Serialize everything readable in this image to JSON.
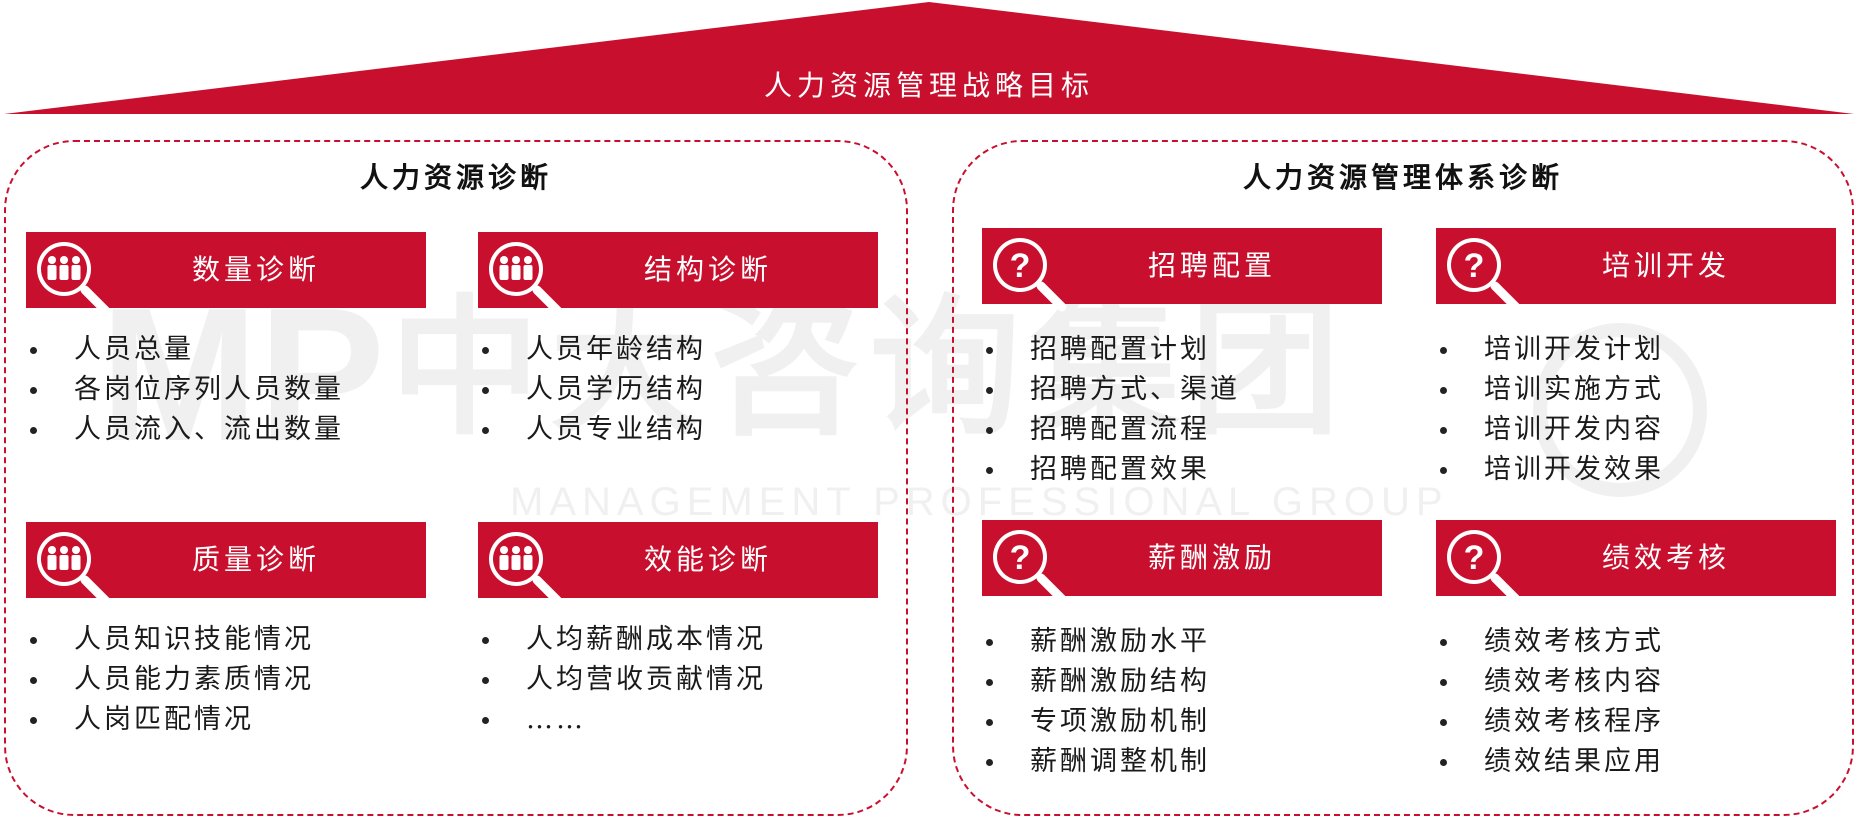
{
  "strategy_title": "人力资源管理战略目标",
  "watermark": {
    "main": "中大咨询集团",
    "sub": "MANAGEMENT PROFESSIONAL GROUP"
  },
  "colors": {
    "accent": "#c8102e",
    "text": "#1a1a1a",
    "watermark": "#f0f0f0"
  },
  "left_group": {
    "title": "人力资源诊断",
    "cards": [
      {
        "icon": "people-magnifier-icon",
        "title": "数量诊断",
        "items": [
          "人员总量",
          "各岗位序列人员数量",
          "人员流入、流出数量"
        ]
      },
      {
        "icon": "people-magnifier-icon",
        "title": "结构诊断",
        "items": [
          "人员年龄结构",
          "人员学历结构",
          "人员专业结构"
        ]
      },
      {
        "icon": "people-magnifier-icon",
        "title": "质量诊断",
        "items": [
          "人员知识技能情况",
          "人员能力素质情况",
          "人岗匹配情况"
        ]
      },
      {
        "icon": "people-magnifier-icon",
        "title": "效能诊断",
        "items": [
          "人均薪酬成本情况",
          "人均营收贡献情况",
          "……"
        ]
      }
    ]
  },
  "right_group": {
    "title": "人力资源管理体系诊断",
    "cards": [
      {
        "icon": "question-magnifier-icon",
        "title": "招聘配置",
        "items": [
          "招聘配置计划",
          "招聘方式、渠道",
          "招聘配置流程",
          "招聘配置效果"
        ]
      },
      {
        "icon": "question-magnifier-icon",
        "title": "培训开发",
        "items": [
          "培训开发计划",
          "培训实施方式",
          "培训开发内容",
          "培训开发效果"
        ]
      },
      {
        "icon": "question-magnifier-icon",
        "title": "薪酬激励",
        "items": [
          "薪酬激励水平",
          "薪酬激励结构",
          "专项激励机制",
          "薪酬调整机制"
        ]
      },
      {
        "icon": "question-magnifier-icon",
        "title": "绩效考核",
        "items": [
          "绩效考核方式",
          "绩效考核内容",
          "绩效考核程序",
          "绩效结果应用"
        ]
      }
    ]
  }
}
